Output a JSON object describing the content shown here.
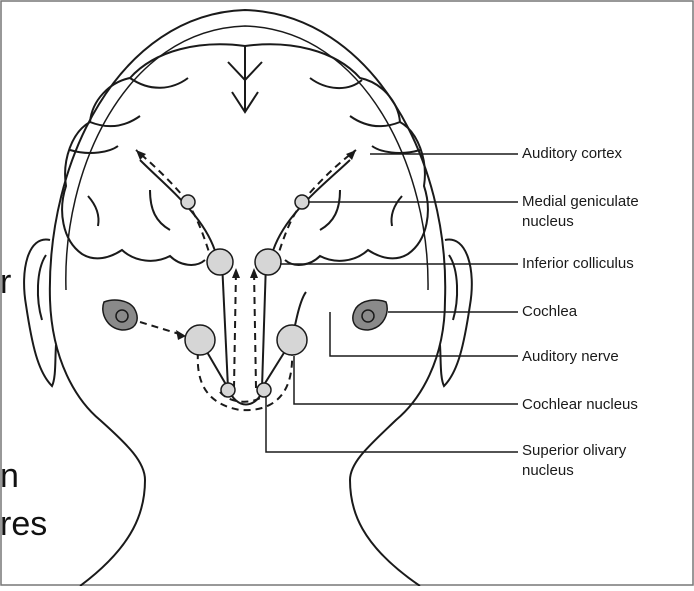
{
  "labels": {
    "auditory_cortex": "Auditory cortex",
    "medial_geniculate_1": "Medial geniculate",
    "medial_geniculate_2": "nucleus",
    "inferior_colliculus": "Inferior colliculus",
    "cochlea": "Cochlea",
    "auditory_nerve": "Auditory nerve",
    "cochlear_nucleus": "Cochlear nucleus",
    "superior_olivary_1": "Superior olivary",
    "superior_olivary_2": "nucleus"
  },
  "clipped_text": {
    "line1": "r",
    "line2": "n",
    "line3": "res"
  },
  "colors": {
    "stroke": "#1a1a1a",
    "nucleus_fill": "#d6d6d6",
    "cochlea_fill": "#8a8a8a"
  }
}
